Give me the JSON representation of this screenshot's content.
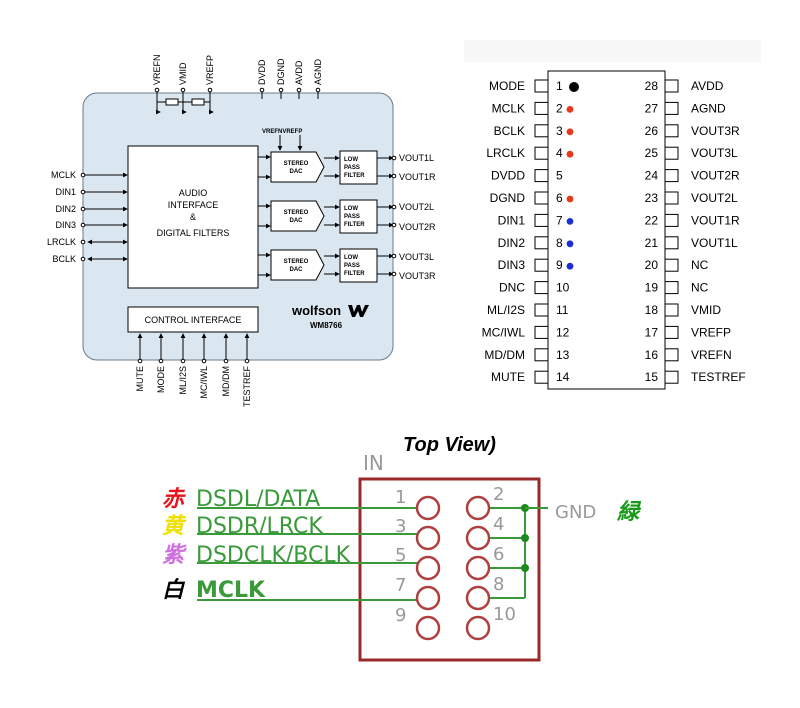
{
  "block_diagram": {
    "top_pins": [
      "VREFN",
      "VMID",
      "VREFP",
      "DVDD",
      "DGND",
      "AVDD",
      "AGND"
    ],
    "left_pins": [
      "MCLK",
      "DIN1",
      "DIN2",
      "DIN3",
      "LRCLK",
      "BCLK"
    ],
    "bottom_pins": [
      "MUTE",
      "MODE",
      "ML/I2S",
      "MC/IWL",
      "MD/DM",
      "TESTREF"
    ],
    "audio_block": [
      "AUDIO",
      "INTERFACE",
      "&",
      "DIGITAL FILTERS"
    ],
    "vref_label": "VREFNVREFP",
    "dac_label": [
      "STEREO",
      "DAC"
    ],
    "filter_label": [
      "LOW",
      "PASS",
      "FILTER"
    ],
    "outputs": [
      "VOUT1L",
      "VOUT1R",
      "VOUT2L",
      "VOUT2R",
      "VOUT3L",
      "VOUT3R"
    ],
    "control_label": "CONTROL INTERFACE",
    "brand": "wolfson",
    "part": "WM8766",
    "fill_color": "#dbe7f0"
  },
  "pinout": {
    "left": [
      {
        "name": "MODE",
        "num": "1",
        "dot": "big"
      },
      {
        "name": "MCLK",
        "num": "2",
        "dot": "red"
      },
      {
        "name": "BCLK",
        "num": "3",
        "dot": "red"
      },
      {
        "name": "LRCLK",
        "num": "4",
        "dot": "red"
      },
      {
        "name": "DVDD",
        "num": "5",
        "dot": ""
      },
      {
        "name": "DGND",
        "num": "6",
        "dot": "red"
      },
      {
        "name": "DIN1",
        "num": "7",
        "dot": "blue"
      },
      {
        "name": "DIN2",
        "num": "8",
        "dot": "blue"
      },
      {
        "name": "DIN3",
        "num": "9",
        "dot": "blue"
      },
      {
        "name": "DNC",
        "num": "10",
        "dot": ""
      },
      {
        "name": "ML/I2S",
        "num": "11",
        "dot": ""
      },
      {
        "name": "MC/IWL",
        "num": "12",
        "dot": ""
      },
      {
        "name": "MD/DM",
        "num": "13",
        "dot": ""
      },
      {
        "name": "MUTE",
        "num": "14",
        "dot": ""
      }
    ],
    "right": [
      {
        "name": "AVDD",
        "num": "28"
      },
      {
        "name": "AGND",
        "num": "27"
      },
      {
        "name": "VOUT3R",
        "num": "26"
      },
      {
        "name": "VOUT3L",
        "num": "25"
      },
      {
        "name": "VOUT2R",
        "num": "24"
      },
      {
        "name": "VOUT2L",
        "num": "23"
      },
      {
        "name": "VOUT1R",
        "num": "22"
      },
      {
        "name": "VOUT1L",
        "num": "21"
      },
      {
        "name": "NC",
        "num": "20"
      },
      {
        "name": "NC",
        "num": "19"
      },
      {
        "name": "VMID",
        "num": "18"
      },
      {
        "name": "VREFP",
        "num": "17"
      },
      {
        "name": "VREFN",
        "num": "16"
      },
      {
        "name": "TESTREF",
        "num": "15"
      }
    ],
    "dot_colors": {
      "red": "#e8371a",
      "blue": "#1a2fd6",
      "big": "#000000"
    }
  },
  "header": {
    "title": "Top View)",
    "in_label": "IN",
    "pin_numbers_left": [
      "1",
      "3",
      "5",
      "7",
      "9"
    ],
    "pin_numbers_right": [
      "2",
      "4",
      "6",
      "8",
      "10"
    ],
    "gnd_label": "GND",
    "gnd_jp": "緑",
    "signals": [
      {
        "jp": "赤",
        "jp_color": "#e8141c",
        "name": "DSDL/DATA"
      },
      {
        "jp": "黄",
        "jp_color": "#f0e000",
        "name": "DSDR/LRCK"
      },
      {
        "jp": "紫",
        "jp_color": "#d070e0",
        "name": "DSDCLK/BCLK"
      },
      {
        "jp": "白",
        "jp_color": "#000000",
        "name": "MCLK"
      }
    ],
    "colors": {
      "trace": "#3a9a3a",
      "outline": "#9a2a2a",
      "gnd": "#1a8a1a"
    }
  }
}
